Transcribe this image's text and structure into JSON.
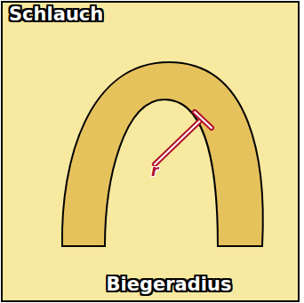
{
  "diagram": {
    "title": "Schlauch",
    "caption": "Biegeradius",
    "labels": [
      "r"
    ]
  }
}
